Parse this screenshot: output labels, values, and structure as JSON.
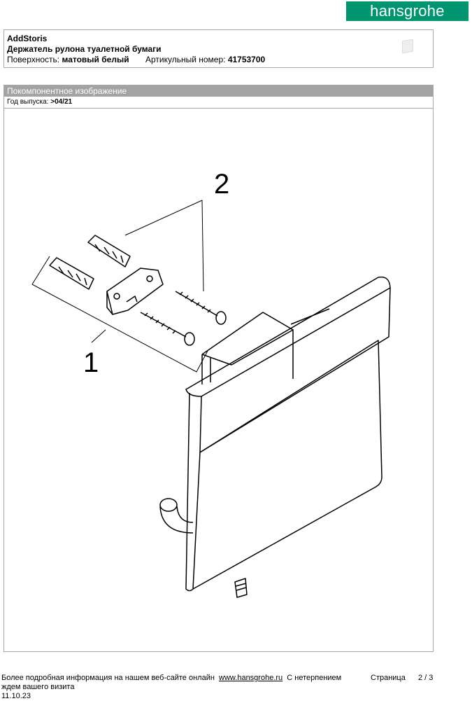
{
  "brand": {
    "logo": "hansgrohe",
    "color": "#00956f"
  },
  "product": {
    "name": "AddStoris",
    "description": "Держатель рулона туалетной бумаги",
    "surface_label": "Поверхность:",
    "surface_value": "матовый белый",
    "article_label": "Артикульный номер:",
    "article_value": "41753700"
  },
  "section": {
    "title": "Покомпонентное изображение",
    "year_label": "Год выпуска:",
    "year_value": ">04/21",
    "callouts": [
      "1",
      "2"
    ]
  },
  "footer": {
    "text": "Более подробная информация на нашем веб-сайте онлайн",
    "link": "www.hansgrohe.ru",
    "text2": "С нетерпением ждем вашего визита",
    "date": "11.10.23",
    "page_label": "Страница",
    "page_value": "2 / 3"
  }
}
